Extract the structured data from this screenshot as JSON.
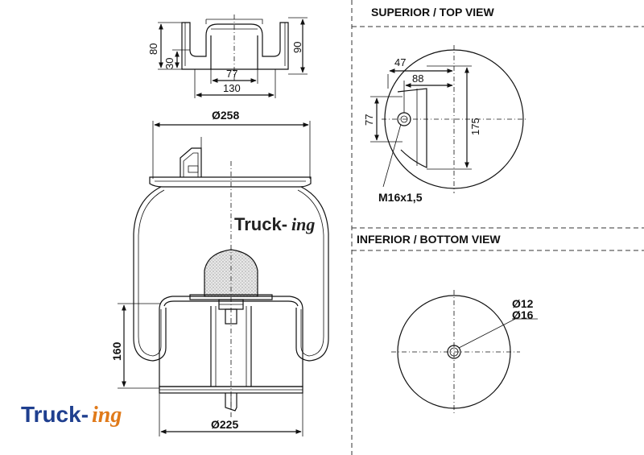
{
  "views": {
    "top_heading": "SUPERIOR / TOP VIEW",
    "bottom_heading": "INFERIOR / BOTTOM VIEW"
  },
  "side_view": {
    "dim_80": "80",
    "dim_30": "30",
    "dim_90": "90",
    "dim_77": "77",
    "dim_130": "130",
    "dim_d258": "Ø258",
    "dim_160": "160",
    "dim_d225": "Ø225"
  },
  "top_view": {
    "dim_47": "47",
    "dim_88": "88",
    "dim_77": "77",
    "dim_175": "175",
    "thread": "M16x1,5"
  },
  "bottom_view": {
    "dim_d12": "Ø12",
    "dim_d16": "Ø16"
  },
  "brand": {
    "part1": "Truck-",
    "part2": "ing"
  },
  "colors": {
    "brand_blue": "#1f3f8f",
    "brand_orange": "#e07a1a"
  }
}
